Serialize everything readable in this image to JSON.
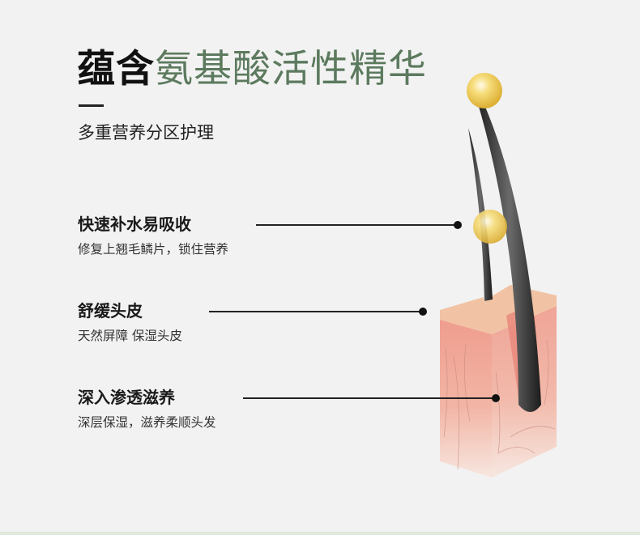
{
  "title": {
    "dark": "蕴含",
    "green": "氨基酸活性精华"
  },
  "subtitle": "多重营养分区护理",
  "features": [
    {
      "heading": "快速补水易吸收",
      "desc": "修复上翘毛鳞片，锁住营养"
    },
    {
      "heading": "舒缓头皮",
      "desc": "天然屏障 保湿头皮"
    },
    {
      "heading": "深入渗透滋养",
      "desc": "深层保湿，滋养柔顺头发"
    }
  ],
  "colors": {
    "accent": "#5c7a5e",
    "background": "#f2f2f2"
  }
}
